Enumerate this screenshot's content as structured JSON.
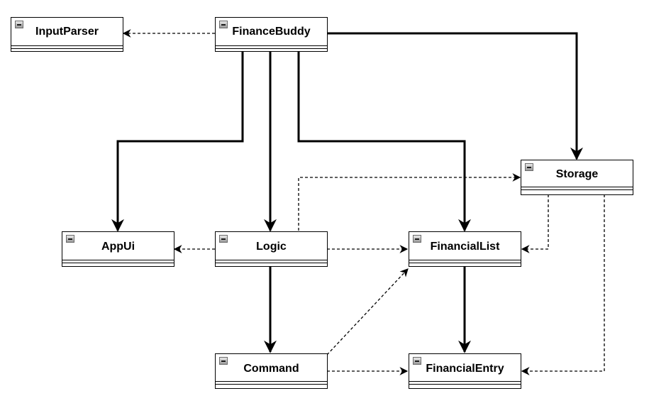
{
  "classes": {
    "input_parser": "InputParser",
    "finance_buddy": "FinanceBuddy",
    "storage": "Storage",
    "app_ui": "AppUi",
    "logic": "Logic",
    "financial_list": "FinancialList",
    "command": "Command",
    "financial_entry": "FinancialEntry"
  },
  "relationships": [
    {
      "from": "FinanceBuddy",
      "to": "InputParser",
      "kind": "dependency"
    },
    {
      "from": "FinanceBuddy",
      "to": "Storage",
      "kind": "association"
    },
    {
      "from": "FinanceBuddy",
      "to": "AppUi",
      "kind": "association"
    },
    {
      "from": "FinanceBuddy",
      "to": "Logic",
      "kind": "association"
    },
    {
      "from": "FinanceBuddy",
      "to": "FinancialList",
      "kind": "association"
    },
    {
      "from": "Logic",
      "to": "Storage",
      "kind": "dependency"
    },
    {
      "from": "Logic",
      "to": "AppUi",
      "kind": "dependency"
    },
    {
      "from": "Logic",
      "to": "FinancialList",
      "kind": "dependency"
    },
    {
      "from": "Logic",
      "to": "Command",
      "kind": "association"
    },
    {
      "from": "Storage",
      "to": "FinancialList",
      "kind": "dependency"
    },
    {
      "from": "Storage",
      "to": "FinancialEntry",
      "kind": "dependency"
    },
    {
      "from": "FinancialList",
      "to": "FinancialEntry",
      "kind": "association"
    },
    {
      "from": "Command",
      "to": "FinancialList",
      "kind": "dependency"
    },
    {
      "from": "Command",
      "to": "FinancialEntry",
      "kind": "dependency"
    }
  ]
}
